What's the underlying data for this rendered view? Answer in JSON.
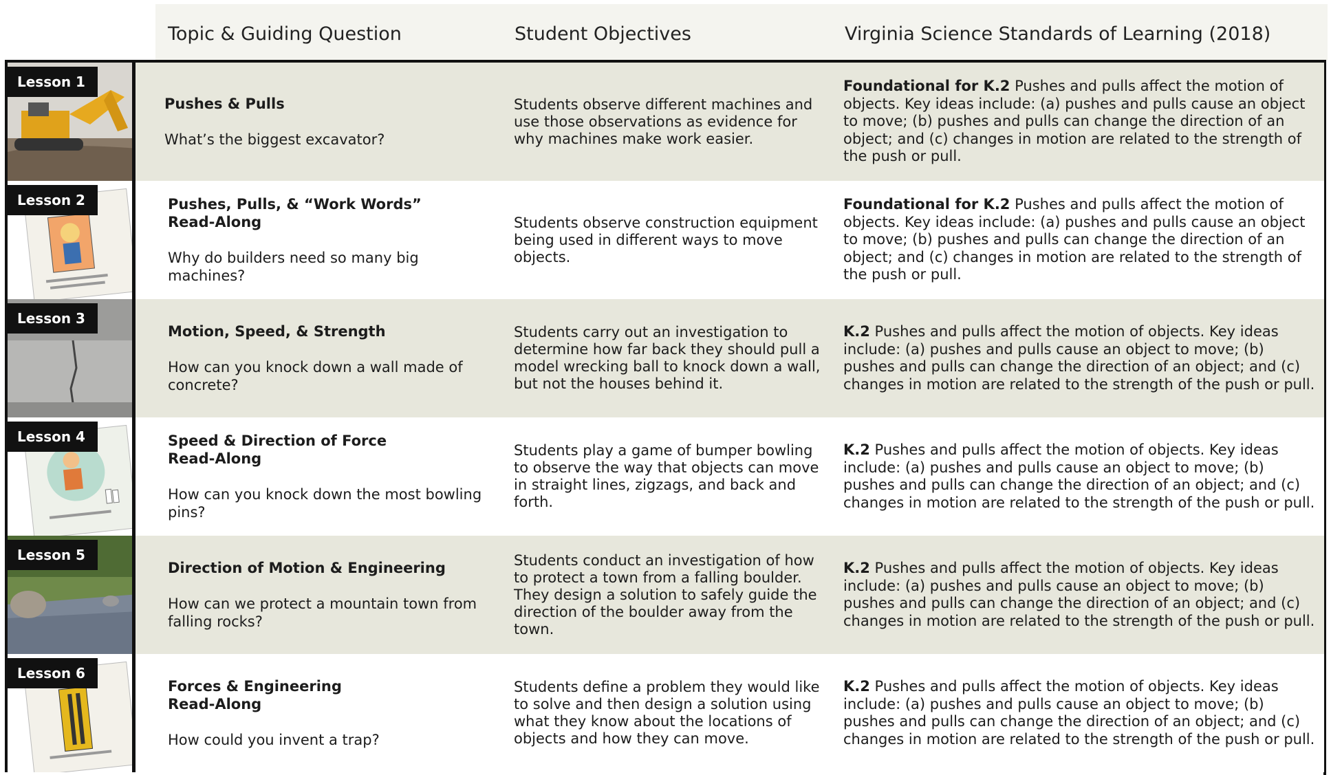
{
  "header": {
    "topic": "Topic & Guiding Question",
    "objectives": "Student Objectives",
    "standards": "Virginia Science Standards of Learning (2018)"
  },
  "lessons": [
    {
      "tag": "Lesson 1",
      "title": "Pushes & Pulls",
      "question": "What’s the biggest excavator?",
      "objective": "Students observe different machines and use those observations as evidence for why machines make work easier.",
      "standard_code": "Foundational for K.2",
      "standard_text": " Pushes and pulls affect the motion of objects. Key ideas include: (a) pushes and pulls cause an object to move; (b) pushes and pulls can change the direction of an object; and (c) changes in motion are related to the strength of the push or pull."
    },
    {
      "tag": "Lesson 2",
      "title": "Pushes, Pulls, & “Work Words”\nRead-Along",
      "question": "Why do builders need so many big machines?",
      "objective": "Students observe construction equipment being used in different ways to move objects.",
      "standard_code": "Foundational for K.2",
      "standard_text": " Pushes and pulls affect the motion of objects. Key ideas include: (a) pushes and pulls cause an object to move; (b) pushes and pulls can change the direction of an object; and (c) changes in motion are related to the strength of the push or pull."
    },
    {
      "tag": "Lesson 3",
      "title": "Motion, Speed, & Strength",
      "question": "How can you knock down a wall made of concrete?",
      "objective": "Students carry out an investigation to determine how far back they should pull a model wrecking ball to knock down a wall, but not the houses behind it.",
      "standard_code": "K.2",
      "standard_text": " Pushes and pulls affect the motion of objects. Key ideas include: (a) pushes and pulls cause an object to move; (b) pushes and pulls can change the direction of an object; and (c) changes in motion are related to the strength of the push or pull."
    },
    {
      "tag": "Lesson 4",
      "title": "Speed & Direction of Force\nRead-Along",
      "question": "How can you knock down the most bowling pins?",
      "objective": "Students play a game of bumper bowling to observe the way that objects can move in straight lines, zigzags, and back and forth.",
      "standard_code": "K.2",
      "standard_text": " Pushes and pulls affect the motion of objects. Key ideas include: (a) pushes and pulls cause an object to move; (b) pushes and pulls can change the direction of an object; and (c) changes in motion are related to the strength of the push or pull."
    },
    {
      "tag": "Lesson 5",
      "title": "Direction of Motion & Engineering",
      "question": "How can we protect a mountain town from falling rocks?",
      "objective": "Students conduct an investigation of how to protect a town from a falling boulder. They design a solution to safely guide the direction of the boulder away from the town.",
      "standard_code": "K.2",
      "standard_text": " Pushes and pulls affect the motion of objects. Key ideas include: (a) pushes and pulls cause an object to move; (b) pushes and pulls can change the direction of an object; and (c) changes in motion are related to the strength of the push or pull."
    },
    {
      "tag": "Lesson 6",
      "title": "Forces & Engineering\nRead-Along",
      "question": "How could you invent a trap?",
      "objective": "Students define a problem they would like to solve and then design a solution using what they know about the locations of objects and how they can move.",
      "standard_code": "K.2",
      "standard_text": " Pushes and pulls affect the motion of objects. Key ideas include: (a) pushes and pulls cause an object to move; (b) pushes and pulls can change the direction of an object; and (c) changes in motion are related to the strength of the push or pull."
    }
  ],
  "colors": {
    "header_bg": "#f4f4ef",
    "shaded_row": "#e7e7dc",
    "border": "#111111",
    "tag_bg": "#111111"
  }
}
